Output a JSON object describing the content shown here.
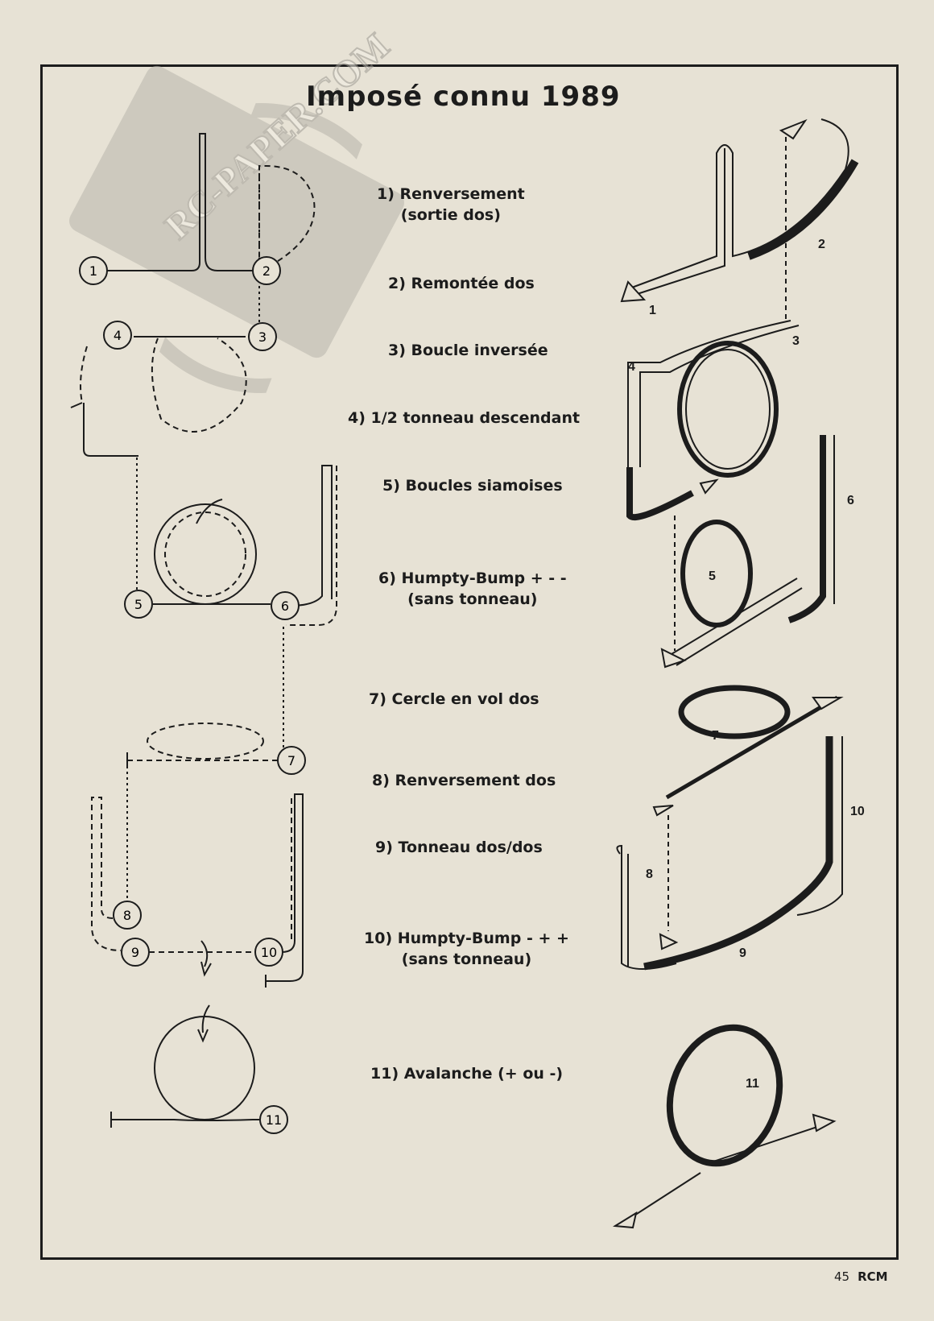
{
  "page": {
    "title": "Imposé connu 1989",
    "page_number": "45",
    "magazine": "RCM",
    "watermark": "RC-PAPER.COM"
  },
  "maneuvers": [
    {
      "line1": "1) Renversement",
      "line2": "(sortie dos)"
    },
    {
      "line1": "2) Remontée dos"
    },
    {
      "line1": "3) Boucle inversée"
    },
    {
      "line1": "4) 1/2 tonneau descendant"
    },
    {
      "line1": "5) Boucles siamoises"
    },
    {
      "line1": "6) Humpty-Bump + - -",
      "line2": "(sans tonneau)"
    },
    {
      "line1": "7) Cercle en vol dos"
    },
    {
      "line1": "8) Renversement dos"
    },
    {
      "line1": "9) Tonneau dos/dos"
    },
    {
      "line1": "10) Humpty-Bump - + +",
      "line2": "(sans tonneau)"
    },
    {
      "line1": "11) Avalanche (+ ou -)"
    }
  ],
  "diagram_markers": [
    "1",
    "2",
    "3",
    "4",
    "5",
    "6",
    "7",
    "8",
    "9",
    "10",
    "11"
  ],
  "perspective_labels": [
    "1",
    "2",
    "3",
    "4",
    "5",
    "6",
    "7",
    "8",
    "9",
    "10",
    "11"
  ],
  "colors": {
    "paper": "#e7e2d5",
    "ink": "#1c1c1c"
  }
}
